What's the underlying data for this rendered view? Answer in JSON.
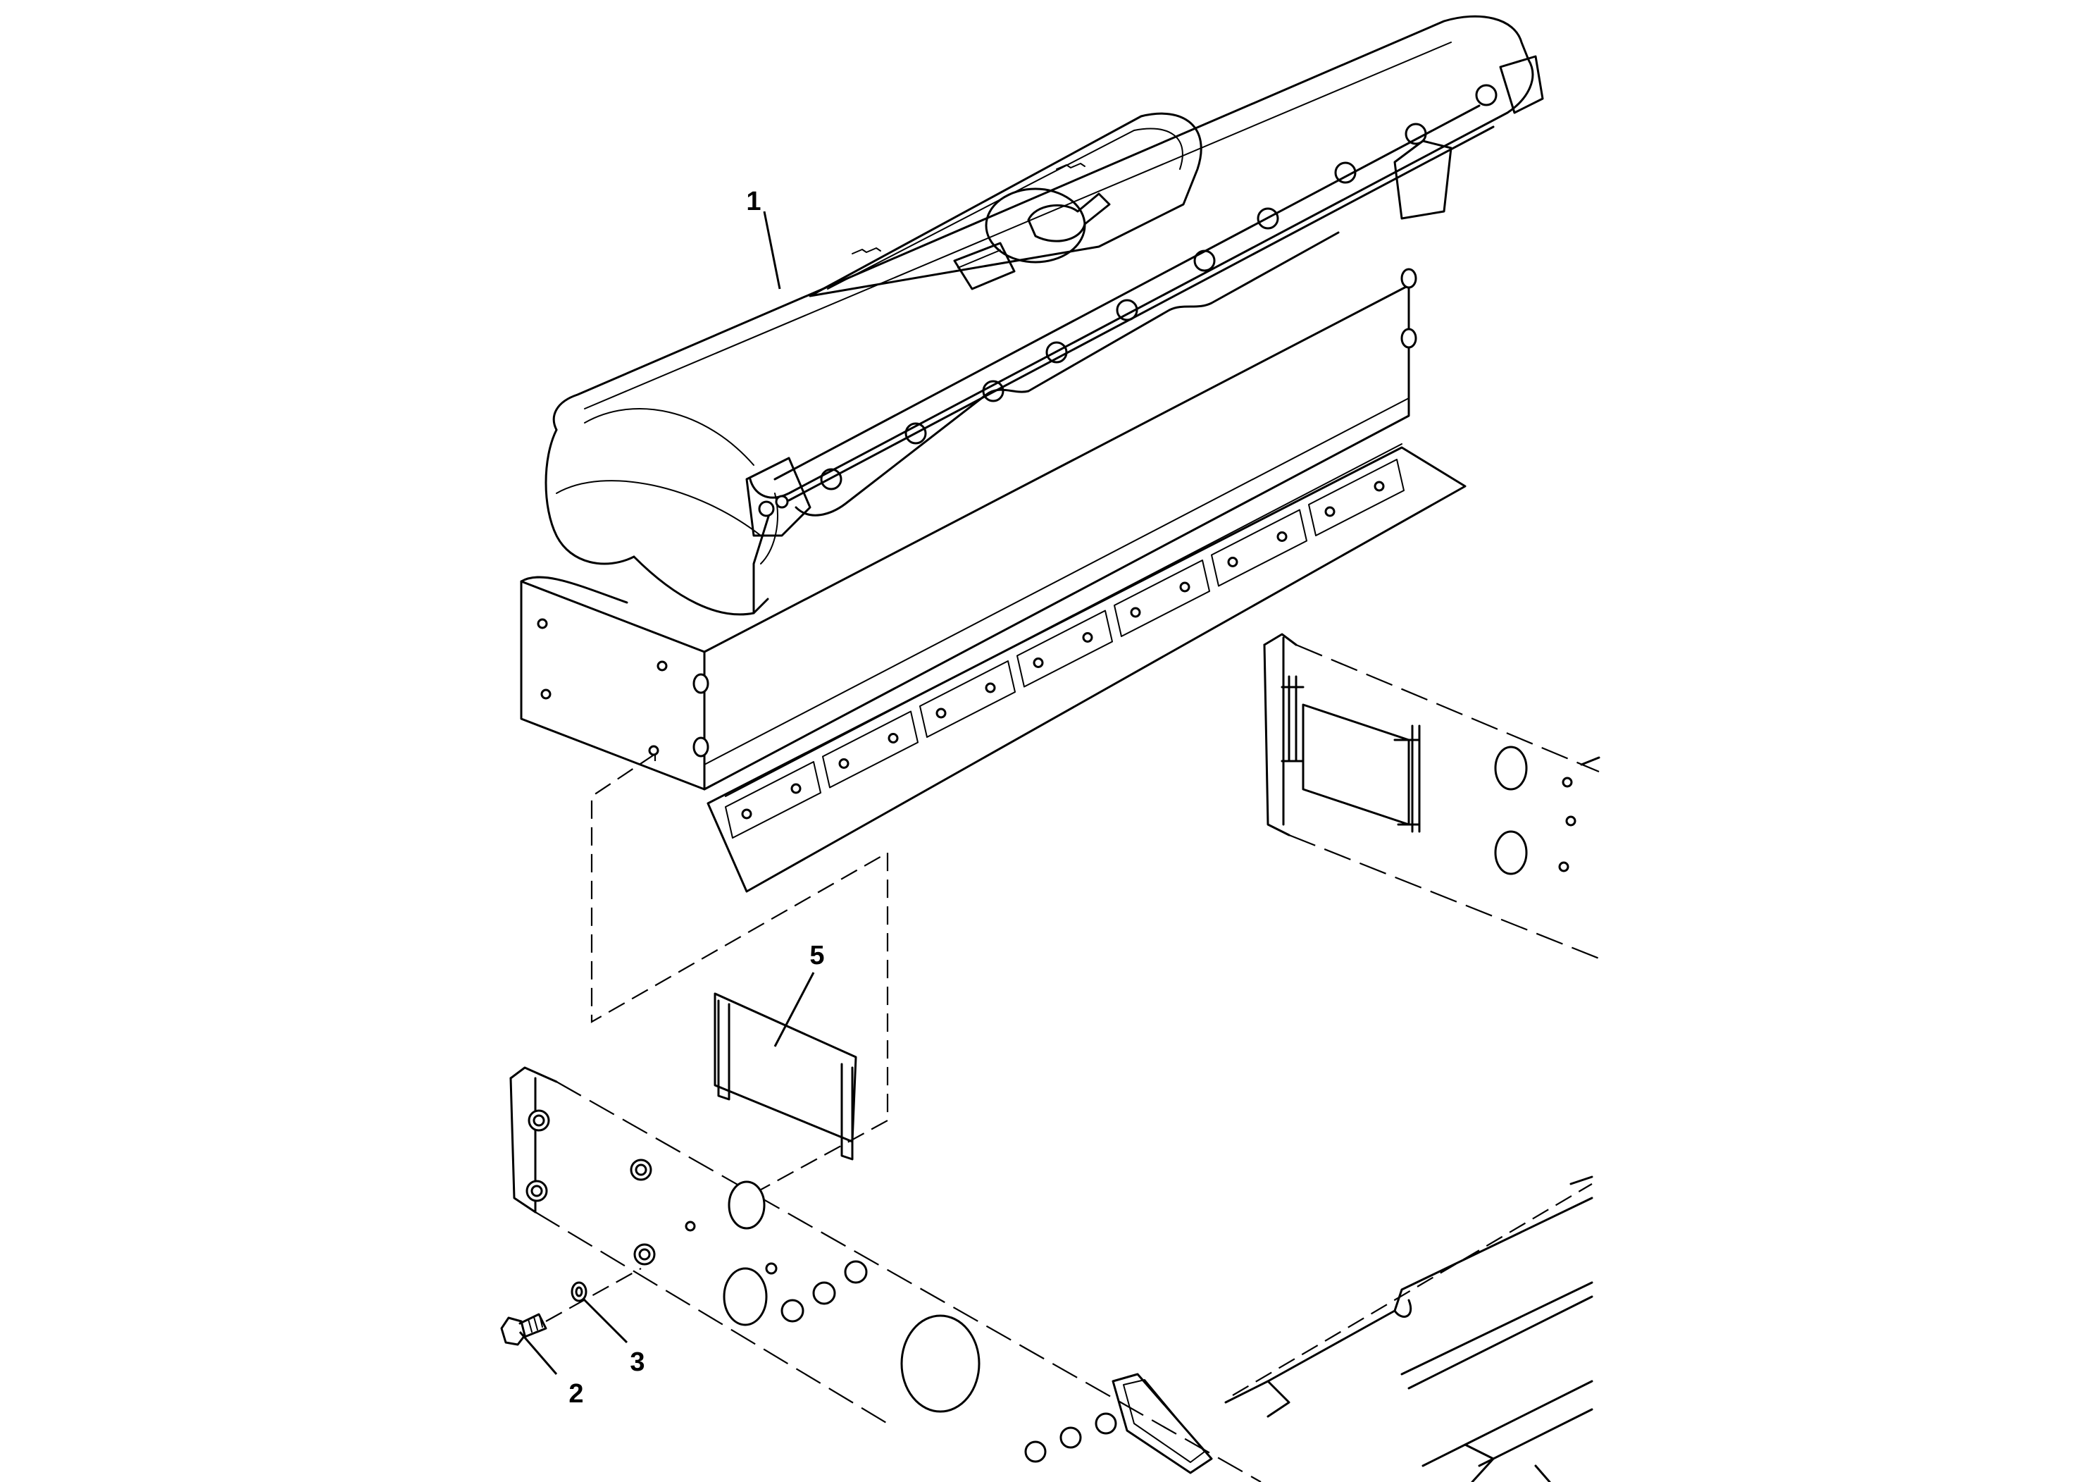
{
  "callouts": [
    {
      "id": "callout-1",
      "label": "1"
    },
    {
      "id": "callout-2",
      "label": "2"
    },
    {
      "id": "callout-3",
      "label": "3"
    },
    {
      "id": "callout-5",
      "label": "5"
    }
  ]
}
